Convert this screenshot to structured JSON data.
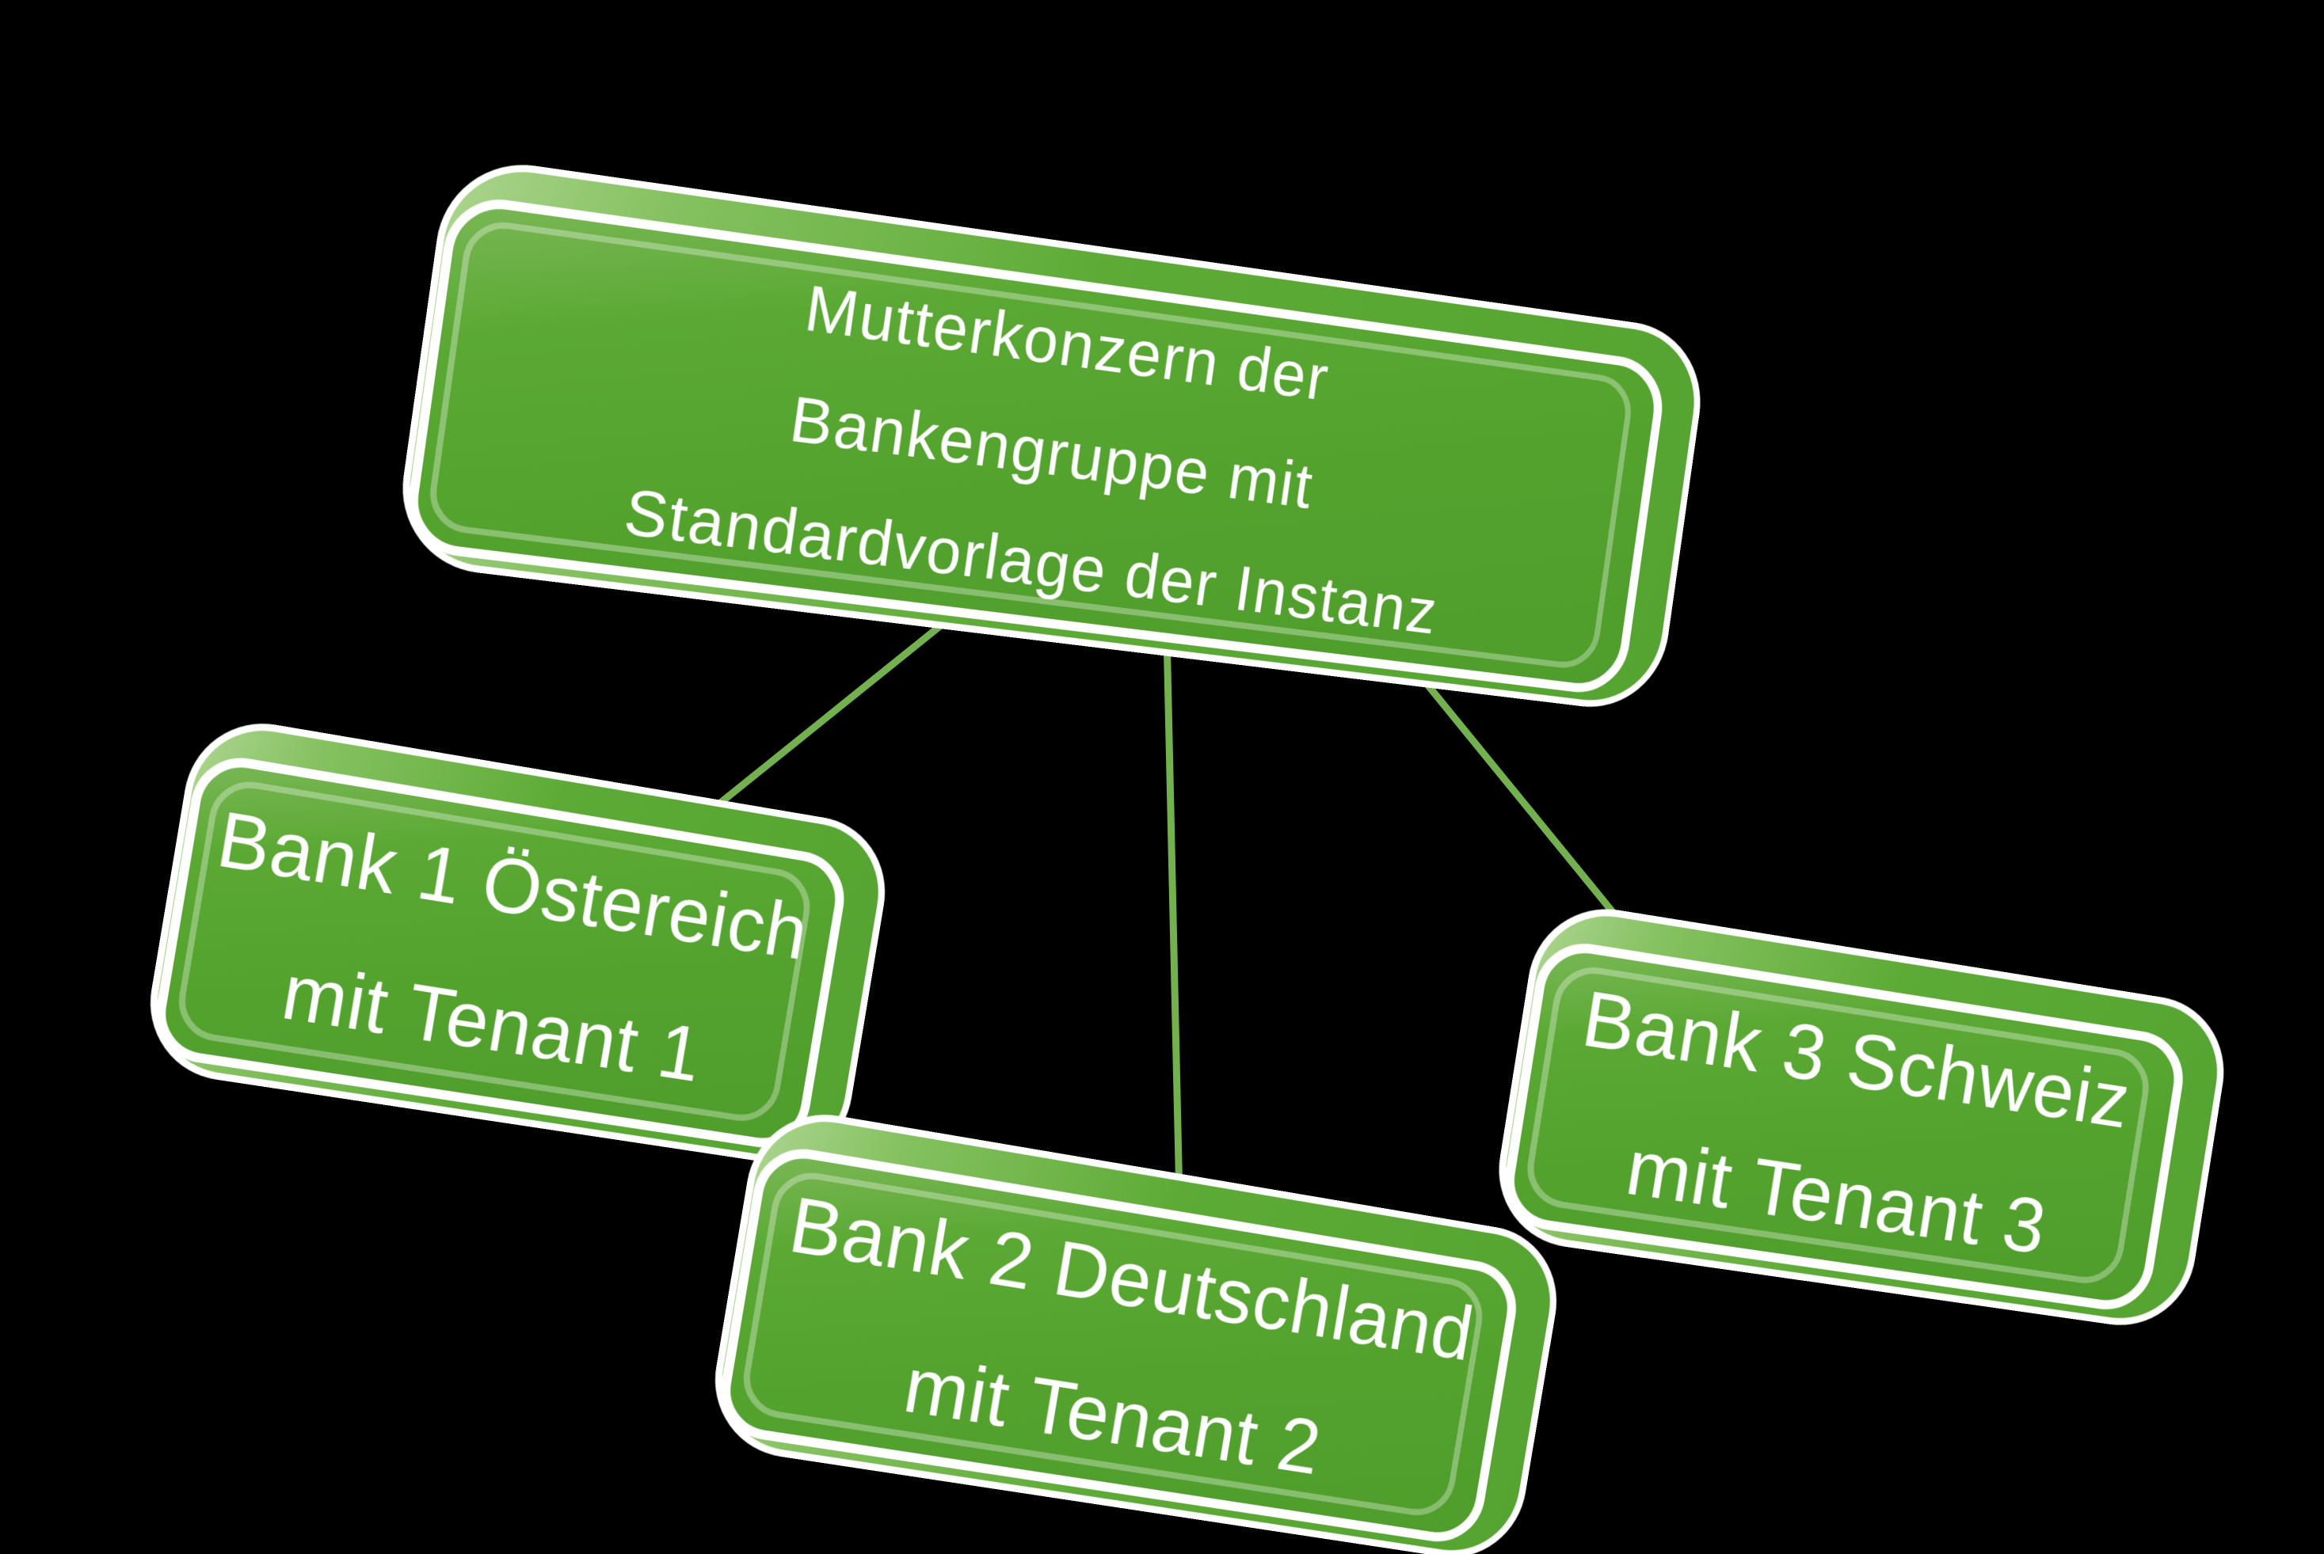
{
  "diagram": {
    "type": "org-chart",
    "background_color": "#000000",
    "colors": {
      "node_fill": "#55A231",
      "node_fill_light": "#A9D38C",
      "node_outline": "#FFFFFF",
      "connector": "#73B04E",
      "text": "#FFFFFF"
    },
    "nodes": [
      {
        "id": "root",
        "lines": [
          "Mutterkonzern der",
          "Bankengruppe mit",
          "Standardvorlage der Instanz"
        ]
      },
      {
        "id": "bank1",
        "lines": [
          "Bank 1 Östereich",
          "mit Tenant 1"
        ]
      },
      {
        "id": "bank2",
        "lines": [
          "Bank 2 Deutschland",
          "mit Tenant 2"
        ]
      },
      {
        "id": "bank3",
        "lines": [
          "Bank 3 Schweiz",
          "mit Tenant 3"
        ]
      }
    ],
    "edges": [
      {
        "from": "root",
        "to": "bank1"
      },
      {
        "from": "root",
        "to": "bank2"
      },
      {
        "from": "root",
        "to": "bank3"
      }
    ]
  }
}
